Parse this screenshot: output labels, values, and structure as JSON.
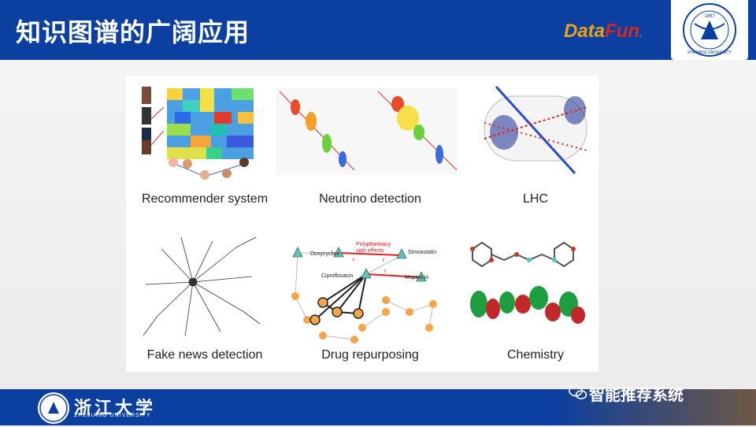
{
  "slide": {
    "title": "知识图谱的广阔应用",
    "brand": {
      "part1": "Data",
      "part2": "Fun",
      "dot": "."
    },
    "crest_text": "ZHEJIANG UNIVERSITY",
    "crest_year": "1897",
    "university_name": "浙江大学",
    "university_en": "ZHEJIANG UNIVERSITY",
    "watermark": "智能推荐系统"
  },
  "applications": [
    {
      "label": "Recommender system"
    },
    {
      "label": "Neutrino detection"
    },
    {
      "label": "LHC"
    },
    {
      "label": "Fake news detection"
    },
    {
      "label": "Drug repurposing"
    },
    {
      "label": "Chemistry"
    }
  ],
  "drug_graph": {
    "labels": [
      "Doxycycline",
      "Polypharmacy",
      "side effects",
      "Simvastatin",
      "Ciprofloxacin",
      "Mupirocin",
      "r",
      "r",
      "r"
    ]
  },
  "colors": {
    "header_blue": "#0b3fa0",
    "brand_orange": "#e8a317",
    "brand_red": "#cc2b2b",
    "teal_node": "#5cc6b6",
    "orange_node": "#f5a64a",
    "red_edge": "#e02020"
  }
}
